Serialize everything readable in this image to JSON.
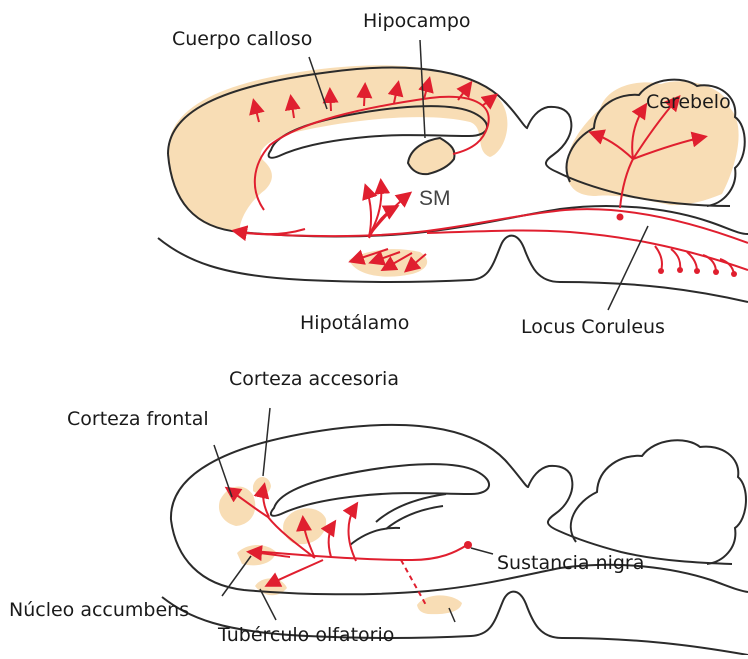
{
  "colors": {
    "outline": "#2b2b2b",
    "pathway": "#e01f2f",
    "region_fill": "#f8ddb5",
    "background": "#ffffff"
  },
  "top_panel": {
    "labels": {
      "corpus_callosum": "Cuerpo calloso",
      "hippocampus": "Hipocampo",
      "cerebellum": "Cerebelo",
      "septal_marker": "SM",
      "hypothalamus": "Hipotálamo",
      "locus_coeruleus": "Locus Coruleus"
    }
  },
  "bottom_panel": {
    "labels": {
      "accessory_cortex": "Corteza accesoria",
      "frontal_cortex": "Corteza frontal",
      "substantia_nigra": "Sustancia nigra",
      "nucleus_accumbens": "Núcleo accumbens",
      "olfactory_tubercle": "Tubérculo olfatorio"
    }
  }
}
